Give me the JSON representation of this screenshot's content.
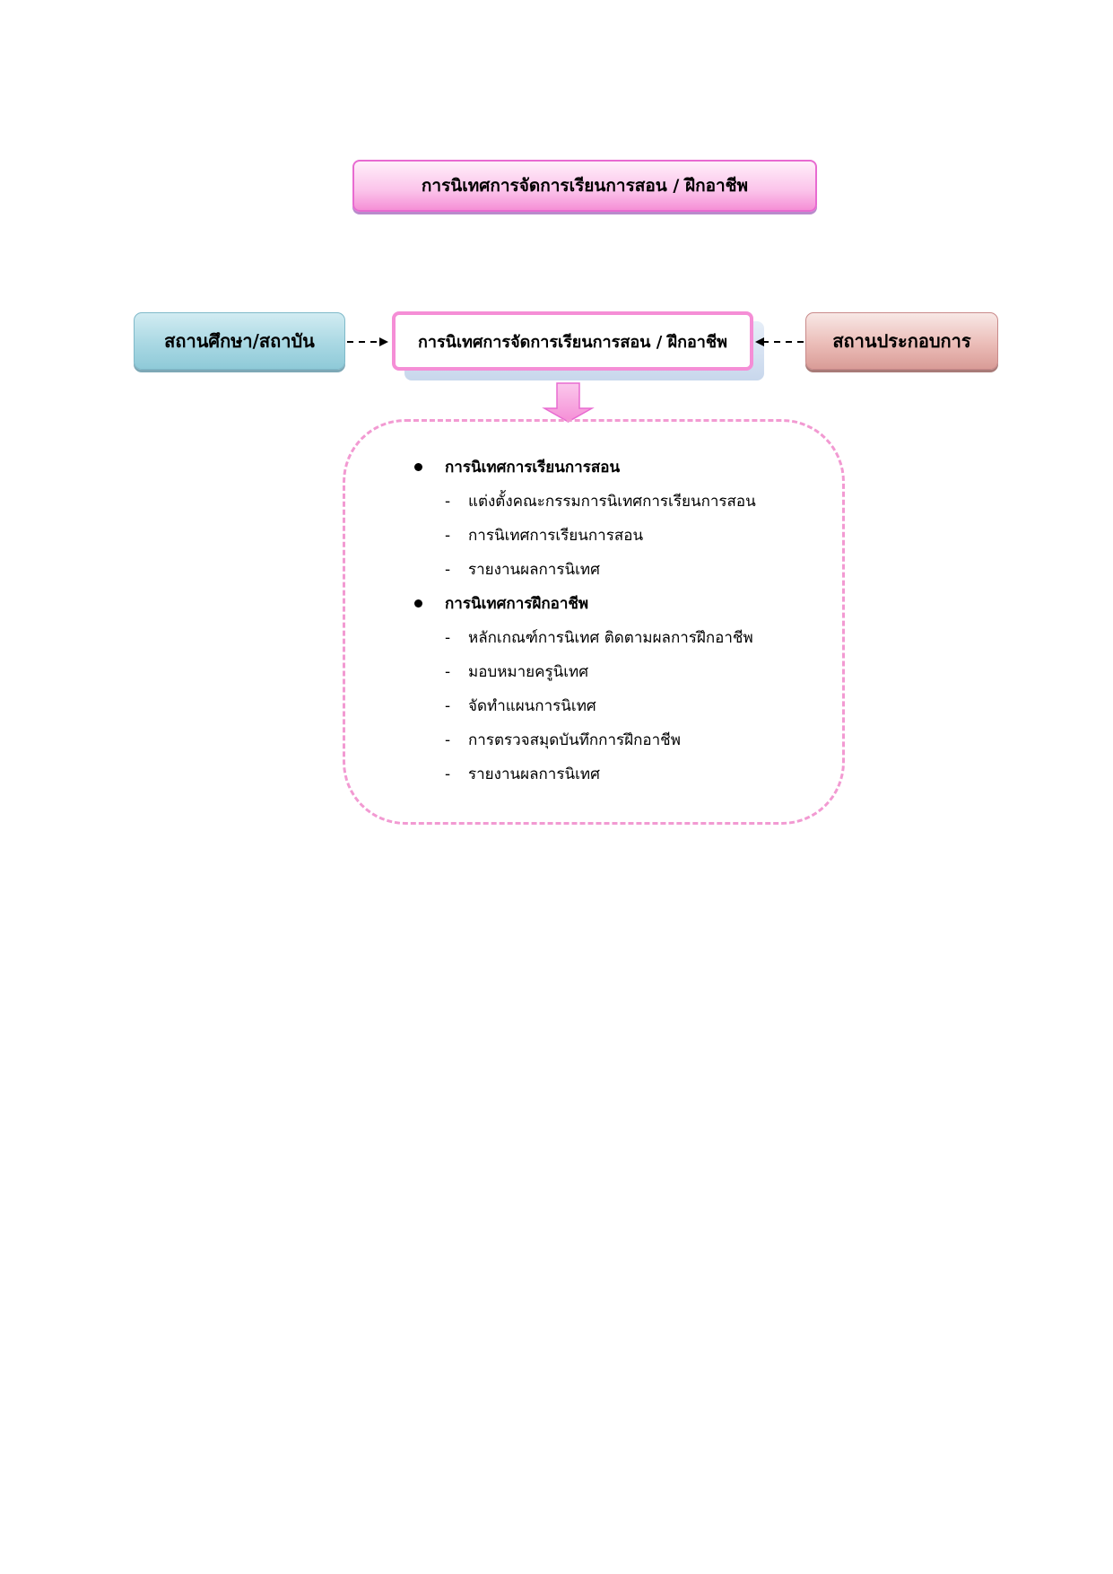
{
  "diagram": {
    "title": "การนิเทศการจัดการเรียนการสอน / ฝึกอาชีพ",
    "left_node": "สถานศึกษา/สถาบัน",
    "center_node": "การนิเทศการจัดการเรียนการสอน / ฝึกอาชีพ",
    "right_node": "สถานประกอบการ",
    "groups": [
      {
        "heading": "การนิเทศการเรียนการสอน",
        "items": [
          "แต่งตั้งคณะกรรมการนิเทศการเรียนการสอน",
          "การนิเทศการเรียนการสอน",
          "รายงานผลการนิเทศ"
        ]
      },
      {
        "heading": "การนิเทศการฝึกอาชีพ",
        "items": [
          "หลักเกณฑ์การนิเทศ ติดตามผลการฝึกอาชีพ",
          "มอบหมายครูนิเทศ",
          "จัดทำแผนการนิเทศ",
          "การตรวจสมุดบันทึกการฝึกอาชีพ",
          "รายงานผลการนิเทศ"
        ]
      }
    ],
    "dash_glyph": "-"
  },
  "colors": {
    "pink_border": "#f58ed6",
    "blue_fill": "#a9d8e3",
    "rose_fill": "#ebbdb8",
    "dashed_panel": "#f29ad2"
  }
}
